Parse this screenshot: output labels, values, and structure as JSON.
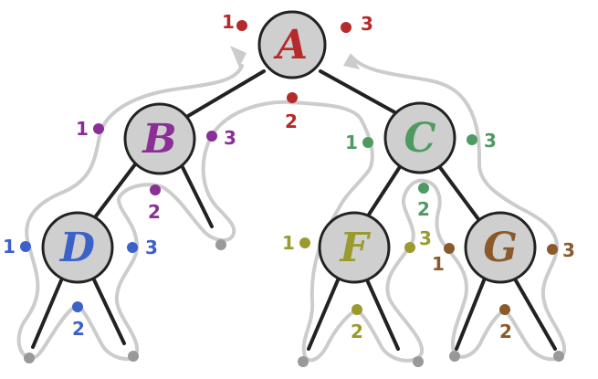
{
  "colors": {
    "edge": "#222222",
    "node_fill": "#cfcfcf",
    "node_stroke": "#222222",
    "path": "#cccccc",
    "leaf_dot": "#999999",
    "A": "#b52a2a",
    "B": "#8a2f96",
    "C": "#4f9a63",
    "D": "#3c62c8",
    "F": "#9a9a2f",
    "G": "#8b5a2b"
  },
  "nodes": {
    "A": {
      "label": "A",
      "steps": [
        "1",
        "2",
        "3"
      ]
    },
    "B": {
      "label": "B",
      "steps": [
        "1",
        "2",
        "3"
      ]
    },
    "C": {
      "label": "C",
      "steps": [
        "1",
        "2",
        "3"
      ]
    },
    "D": {
      "label": "D",
      "steps": [
        "1",
        "2",
        "3"
      ]
    },
    "F": {
      "label": "F",
      "steps": [
        "1",
        "2",
        "3"
      ]
    },
    "G": {
      "label": "G",
      "steps": [
        "1",
        "2",
        "3"
      ]
    }
  }
}
